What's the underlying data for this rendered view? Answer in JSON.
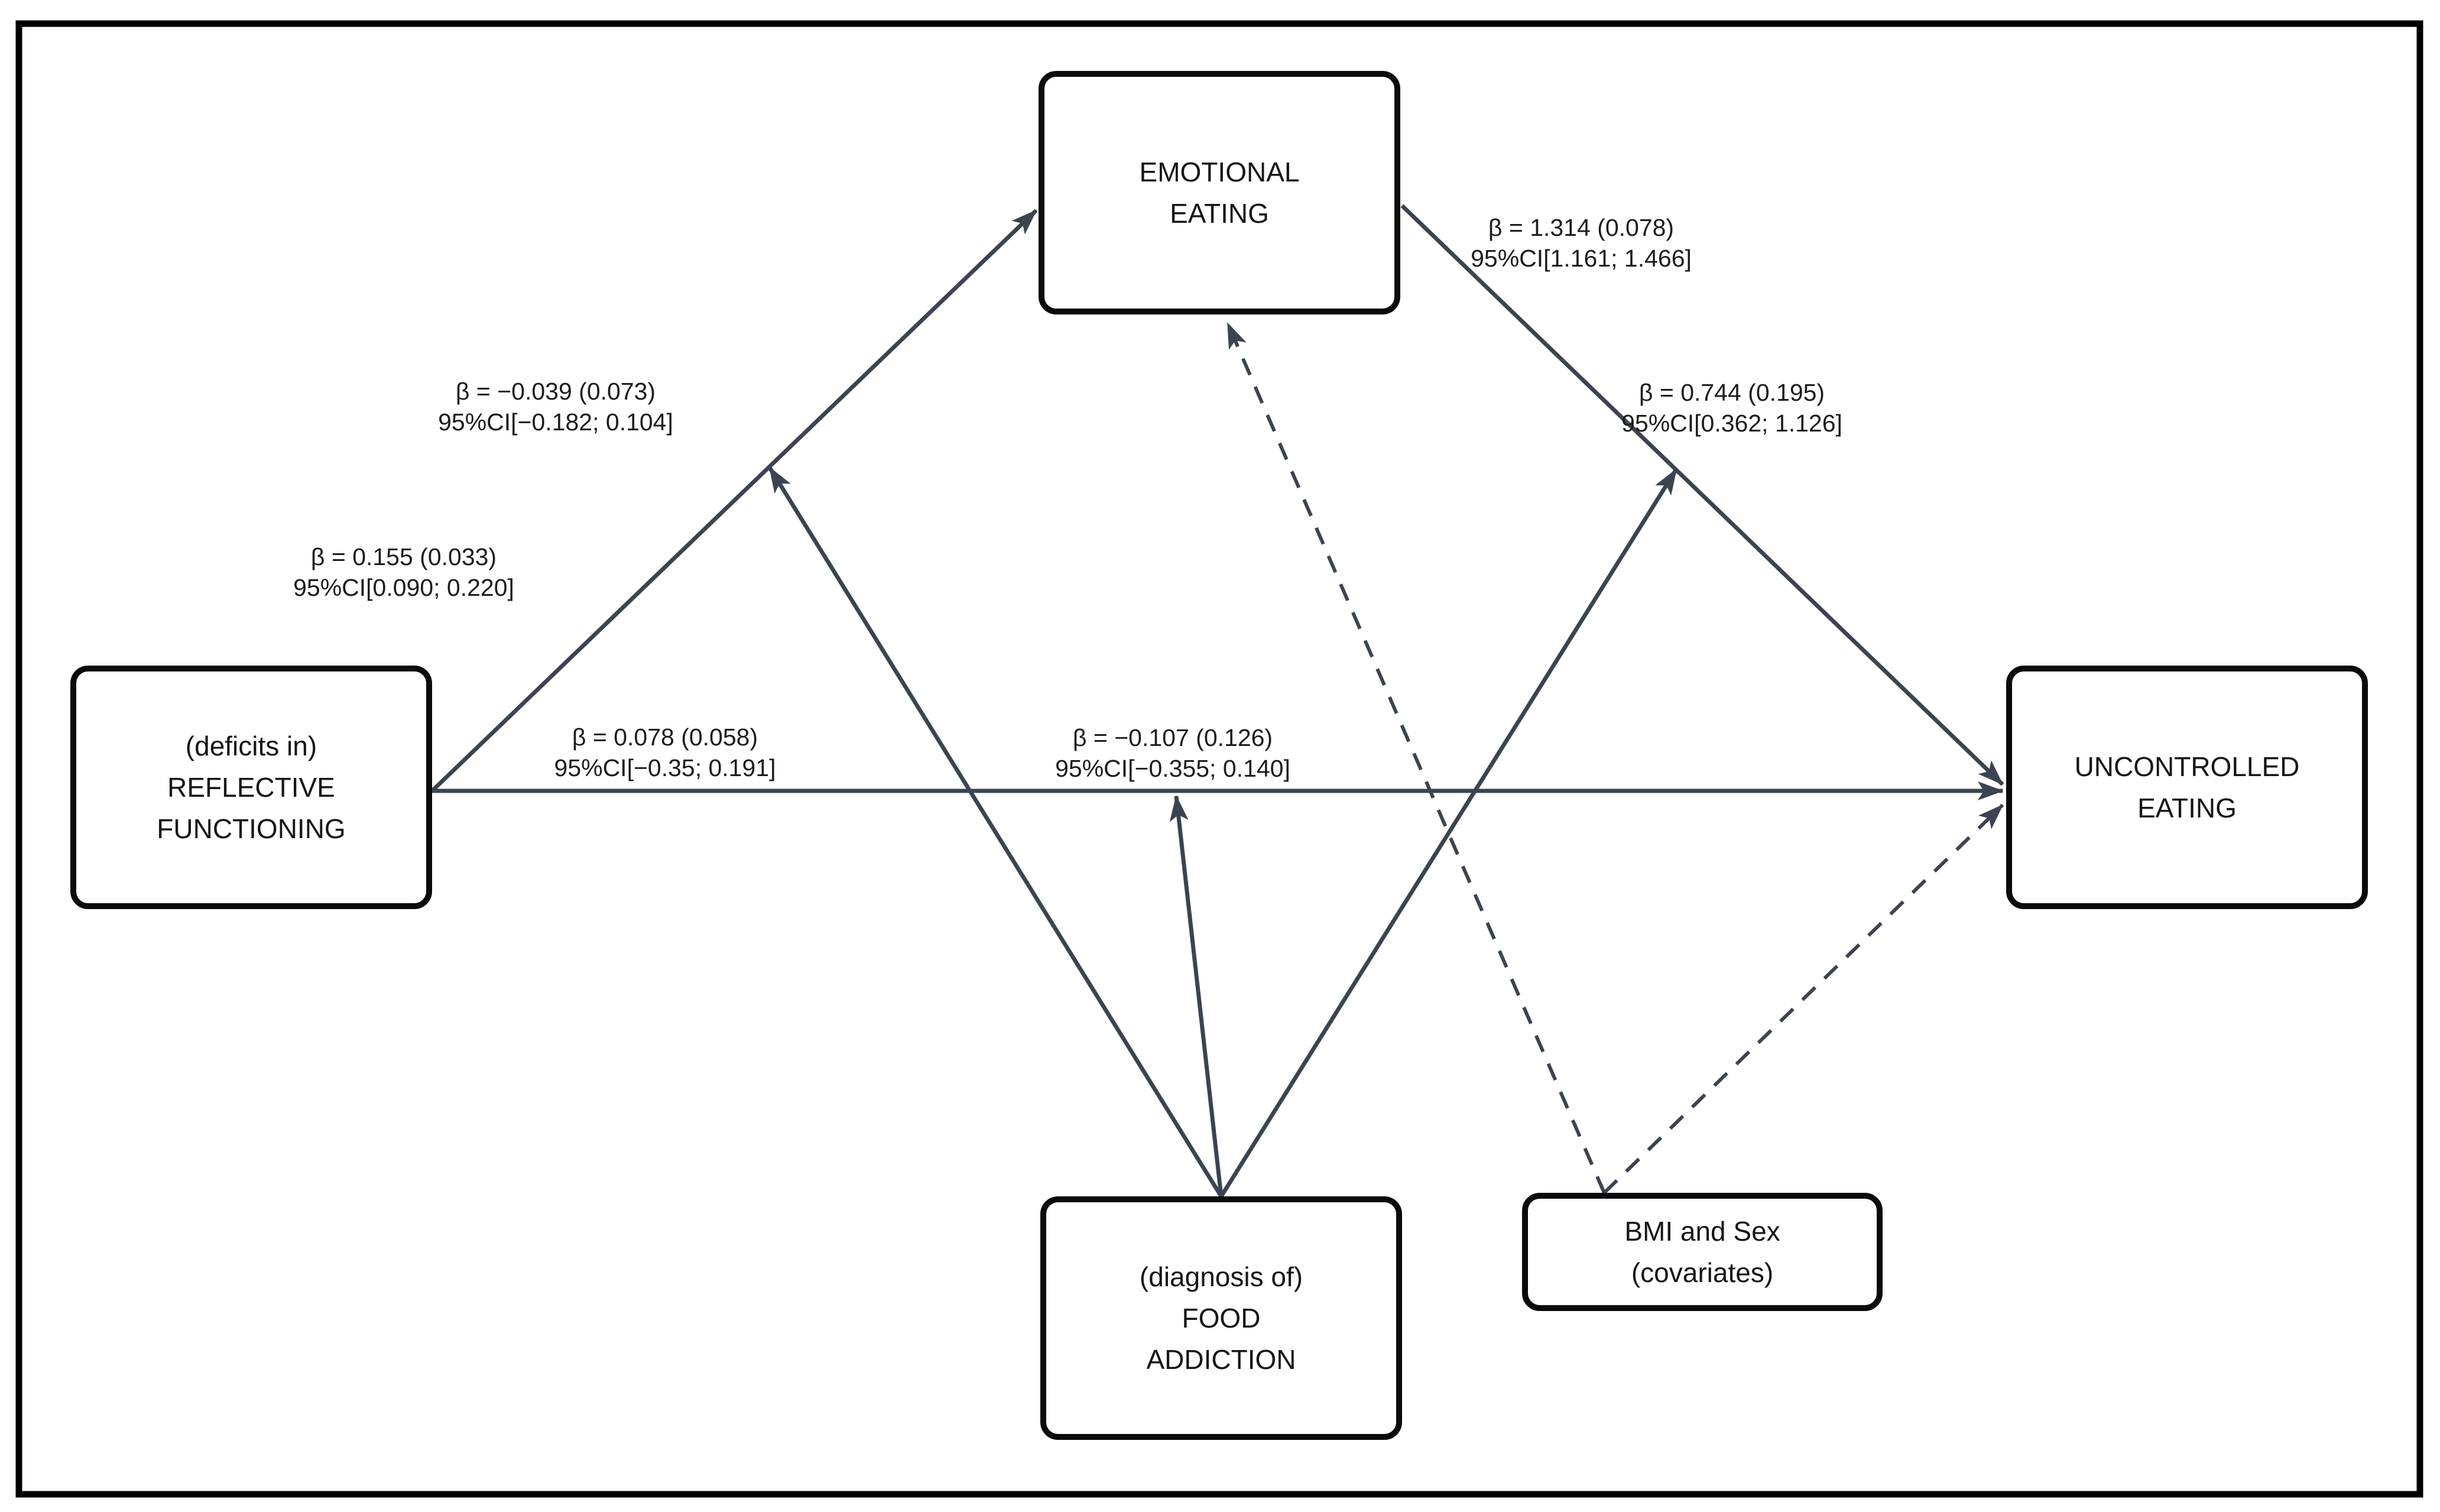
{
  "figure_type": "moderated-mediation-path-diagram",
  "colors": {
    "background": "#ffffff",
    "outer_border": "#000000",
    "node_border": "#0b0b0b",
    "arrow": "#3b4450",
    "text": "#161616"
  },
  "nodes": {
    "reflective_functioning": {
      "text": "(deficits in)\nREFLECTIVE\nFUNCTIONING"
    },
    "emotional_eating": {
      "text": "EMOTIONAL\nEATING"
    },
    "uncontrolled_eating": {
      "text": "UNCONTROLLED\nEATING"
    },
    "food_addiction": {
      "text": "(diagnosis of)\nFOOD\nADDICTION"
    },
    "covariates": {
      "text": "BMI and Sex\n(covariates)"
    }
  },
  "path_labels": {
    "rf_to_ee": {
      "text": "β = 0.155 (0.033)\n95%CI[0.090; 0.220]"
    },
    "fa_on_rf_ee": {
      "text": "β = −0.039 (0.073)\n95%CI[−0.182; 0.104]"
    },
    "rf_to_ue_direct": {
      "text": "β = 0.078 (0.058)\n95%CI[−0.35; 0.191]"
    },
    "fa_on_rf_ue": {
      "text": "β = −0.107 (0.126)\n95%CI[−0.355; 0.140]"
    },
    "ee_to_ue": {
      "text": "β = 1.314 (0.078)\n95%CI[1.161; 1.466]"
    },
    "fa_on_ee_ue": {
      "text": "β = 0.744 (0.195)\n95%CI[0.362; 1.126]"
    }
  },
  "paths": [
    {
      "from": "reflective_functioning",
      "to": "emotional_eating",
      "style": "solid",
      "beta": "0.155",
      "se": "0.033",
      "ci_low": "0.090",
      "ci_high": "0.220"
    },
    {
      "from": "emotional_eating",
      "to": "uncontrolled_eating",
      "style": "solid",
      "beta": "1.314",
      "se": "0.078",
      "ci_low": "1.161",
      "ci_high": "1.466"
    },
    {
      "from": "reflective_functioning",
      "to": "uncontrolled_eating",
      "style": "solid",
      "beta": "0.078",
      "se": "0.058",
      "ci_low": "−0.35",
      "ci_high": "0.191"
    },
    {
      "from": "food_addiction",
      "to": "path rf→ee",
      "style": "solid",
      "beta": "−0.039",
      "se": "0.073",
      "ci_low": "−0.182",
      "ci_high": "0.104"
    },
    {
      "from": "food_addiction",
      "to": "path rf→ue",
      "style": "solid",
      "beta": "−0.107",
      "se": "0.126",
      "ci_low": "−0.355",
      "ci_high": "0.140"
    },
    {
      "from": "food_addiction",
      "to": "path ee→ue",
      "style": "solid",
      "beta": "0.744",
      "se": "0.195",
      "ci_low": "0.362",
      "ci_high": "1.126"
    },
    {
      "from": "covariates",
      "to": "emotional_eating",
      "style": "dashed"
    },
    {
      "from": "covariates",
      "to": "uncontrolled_eating",
      "style": "dashed"
    }
  ]
}
